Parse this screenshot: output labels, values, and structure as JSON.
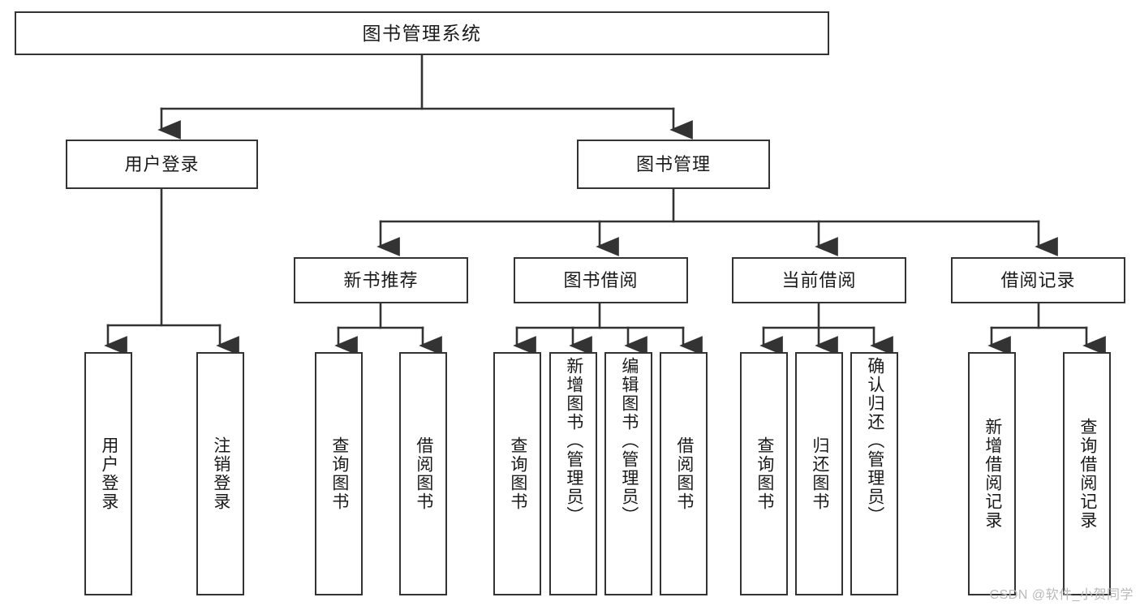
{
  "diagram": {
    "title": "图书管理系统",
    "type": "tree",
    "watermark": "CSDN @软件_小贺同学",
    "colors": {
      "stroke": "#333333",
      "fill": "#ffffff",
      "text": "#1a1a1a",
      "watermark": "#b9b9b9"
    },
    "nodes": {
      "root": {
        "label": "图书管理系统",
        "level": 1
      },
      "l2": [
        {
          "id": "user-login",
          "label": "用户登录",
          "level": 2
        },
        {
          "id": "book-manage",
          "label": "图书管理",
          "level": 2
        }
      ],
      "l3": [
        {
          "id": "new-book-rec",
          "label": "新书推荐",
          "level": 3,
          "parent": "book-manage"
        },
        {
          "id": "book-borrow",
          "label": "图书借阅",
          "level": 3,
          "parent": "book-manage"
        },
        {
          "id": "current-borrow",
          "label": "当前借阅",
          "level": 3,
          "parent": "book-manage"
        },
        {
          "id": "borrow-record",
          "label": "借阅记录",
          "level": 3,
          "parent": "book-manage"
        }
      ],
      "leaves": [
        {
          "id": "leaf-user-login",
          "label": "用户登录",
          "parent": "user-login"
        },
        {
          "id": "leaf-logout",
          "label": "注销登录",
          "parent": "user-login"
        },
        {
          "id": "leaf-query-book-1",
          "label": "查询图书",
          "parent": "new-book-rec"
        },
        {
          "id": "leaf-borrow-book-1",
          "label": "借阅图书",
          "parent": "new-book-rec"
        },
        {
          "id": "leaf-query-book-2",
          "label": "查询图书",
          "parent": "book-borrow"
        },
        {
          "id": "leaf-add-book",
          "label": "新增图书（管理员）",
          "parent": "book-borrow"
        },
        {
          "id": "leaf-edit-book",
          "label": "编辑图书（管理员）",
          "parent": "book-borrow"
        },
        {
          "id": "leaf-borrow-book-2",
          "label": "借阅图书",
          "parent": "book-borrow"
        },
        {
          "id": "leaf-query-book-3",
          "label": "查询图书",
          "parent": "current-borrow"
        },
        {
          "id": "leaf-return-book",
          "label": "归还图书",
          "parent": "current-borrow"
        },
        {
          "id": "leaf-confirm-return",
          "label": "确认归还（管理员）",
          "parent": "current-borrow"
        },
        {
          "id": "leaf-add-record",
          "label": "新增借阅记录",
          "parent": "borrow-record"
        },
        {
          "id": "leaf-query-record",
          "label": "查询借阅记录",
          "parent": "borrow-record"
        }
      ]
    }
  }
}
